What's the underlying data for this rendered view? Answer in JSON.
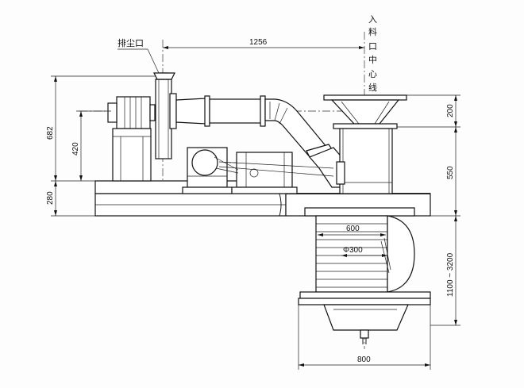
{
  "labels": {
    "dust_outlet": "排尘口",
    "feed_inlet_center": [
      "入",
      "料",
      "口",
      "中",
      "心",
      "线"
    ]
  },
  "dimensions": {
    "top_span": "1256",
    "total_height": "682",
    "inner_height": "420",
    "base_height": "280",
    "hopper_height": "200",
    "feeder_height": "550",
    "bin_height": "1100 ~ 3200",
    "bin_width": "600",
    "bin_diameter": "Φ300",
    "bottom_width": "800"
  }
}
